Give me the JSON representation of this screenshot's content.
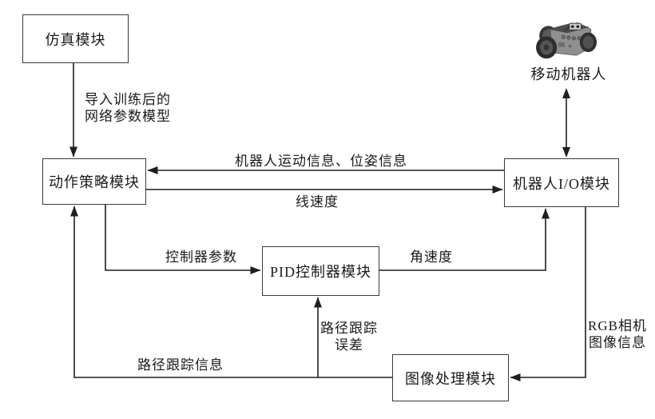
{
  "colors": {
    "background": "#ffffff",
    "line": "#1f1f1f",
    "box_border": "#3a3a3a",
    "box_fill": "#ffffff",
    "text": "#1a1a1a"
  },
  "nodes": {
    "simulation": {
      "label": "仿真模块"
    },
    "action_policy": {
      "label": "动作策略模块"
    },
    "robot_io": {
      "label": "机器人I/O模块"
    },
    "pid_controller": {
      "label": "PID控制器模块"
    },
    "image_processing": {
      "label": "图像处理模块"
    },
    "mobile_robot": {
      "label": "移动机器人"
    }
  },
  "edges": {
    "import_model": {
      "line1": "导入训练后的",
      "line2": "网络参数模型"
    },
    "motion_pose_info": {
      "label": "机器人运动信息、位姿信息"
    },
    "linear_velocity": {
      "label": "线速度"
    },
    "controller_params": {
      "label": "控制器参数"
    },
    "angular_velocity": {
      "label": "角速度"
    },
    "path_tracking_error": {
      "line1": "路径跟踪",
      "line2": "误差"
    },
    "path_tracking_info": {
      "label": "路径跟踪信息"
    },
    "rgb_camera_info": {
      "line1": "RGB相机",
      "line2": "图像信息"
    }
  }
}
